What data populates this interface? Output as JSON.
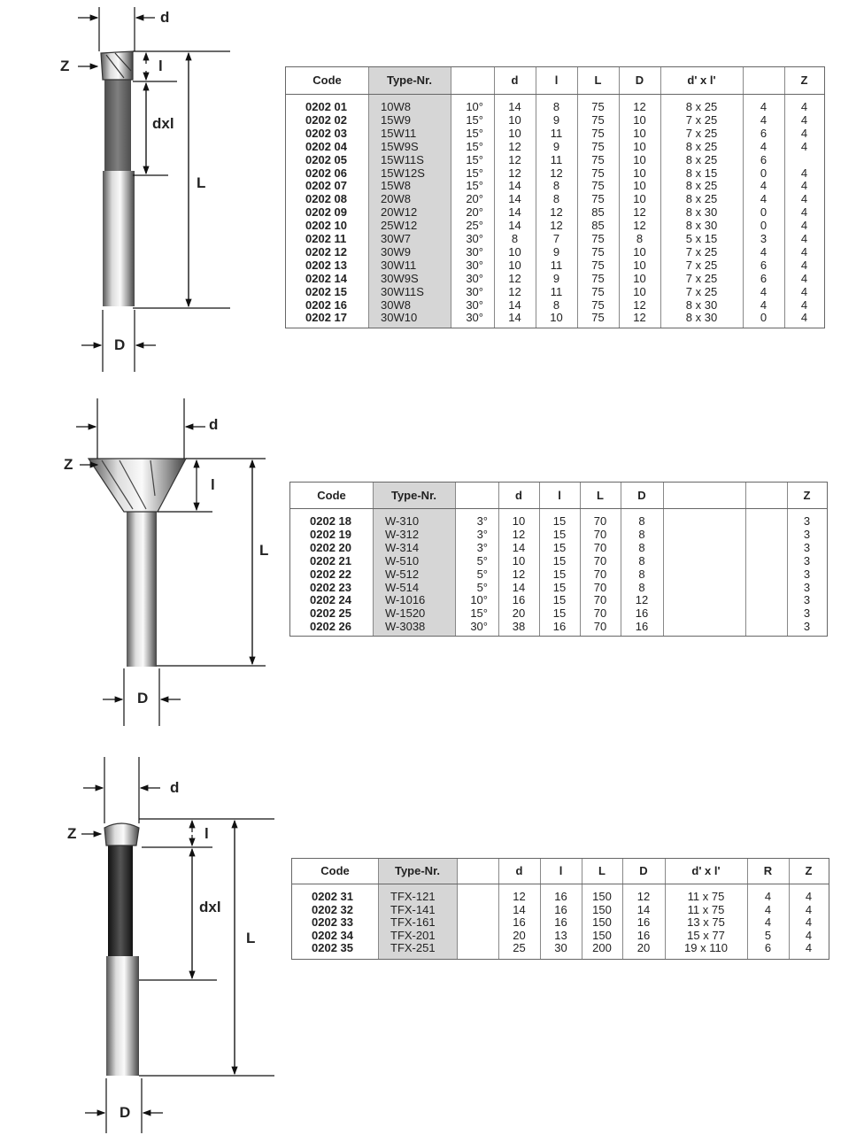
{
  "tables": [
    {
      "headers": [
        "Code",
        "Type-Nr.",
        "",
        "d",
        "l",
        "L",
        "D",
        "d' x l'",
        "",
        "Z"
      ],
      "rows": [
        [
          "0202 01",
          "10W8",
          "10°",
          "14",
          "8",
          "75",
          "12",
          "8 x 25",
          "4",
          "4"
        ],
        [
          "0202 02",
          "15W9",
          "15°",
          "10",
          "9",
          "75",
          "10",
          "7 x 25",
          "4",
          "4"
        ],
        [
          "0202 03",
          "15W11",
          "15°",
          "10",
          "11",
          "75",
          "10",
          "7 x 25",
          "6",
          "4"
        ],
        [
          "0202 04",
          "15W9S",
          "15°",
          "12",
          "9",
          "75",
          "10",
          "8 x 25",
          "4",
          "4"
        ],
        [
          "0202 05",
          "15W11S",
          "15°",
          "12",
          "11",
          "75",
          "10",
          "8 x 25",
          "6",
          ""
        ],
        [
          "0202 06",
          "15W12S",
          "15°",
          "12",
          "12",
          "75",
          "10",
          "8 x 15",
          "0",
          "4"
        ],
        [
          "0202 07",
          "15W8",
          "15°",
          "14",
          "8",
          "75",
          "10",
          "8 x 25",
          "4",
          "4"
        ],
        [
          "0202 08",
          "20W8",
          "20°",
          "14",
          "8",
          "75",
          "10",
          "8 x 25",
          "4",
          "4"
        ],
        [
          "0202 09",
          "20W12",
          "20°",
          "14",
          "12",
          "85",
          "12",
          "8 x 30",
          "0",
          "4"
        ],
        [
          "0202 10",
          "25W12",
          "25°",
          "14",
          "12",
          "85",
          "12",
          "8 x 30",
          "0",
          "4"
        ],
        [
          "0202 11",
          "30W7",
          "30°",
          "8",
          "7",
          "75",
          "8",
          "5 x 15",
          "3",
          "4"
        ],
        [
          "0202 12",
          "30W9",
          "30°",
          "10",
          "9",
          "75",
          "10",
          "7 x 25",
          "4",
          "4"
        ],
        [
          "0202 13",
          "30W11",
          "30°",
          "10",
          "11",
          "75",
          "10",
          "7 x 25",
          "6",
          "4"
        ],
        [
          "0202 14",
          "30W9S",
          "30°",
          "12",
          "9",
          "75",
          "10",
          "7 x 25",
          "6",
          "4"
        ],
        [
          "0202 15",
          "30W11S",
          "30°",
          "12",
          "11",
          "75",
          "10",
          "7 x 25",
          "4",
          "4"
        ],
        [
          "0202 16",
          "30W8",
          "30°",
          "14",
          "8",
          "75",
          "12",
          "8 x 30",
          "4",
          "4"
        ],
        [
          "0202 17",
          "30W10",
          "30°",
          "14",
          "10",
          "75",
          "12",
          "8 x 30",
          "0",
          "4"
        ]
      ]
    },
    {
      "headers": [
        "Code",
        "Type-Nr.",
        "",
        "d",
        "l",
        "L",
        "D",
        "",
        "",
        "Z"
      ],
      "rows": [
        [
          "0202 18",
          "W-310",
          "3°",
          "10",
          "15",
          "70",
          "8",
          "",
          "",
          "3"
        ],
        [
          "0202 19",
          "W-312",
          "3°",
          "12",
          "15",
          "70",
          "8",
          "",
          "",
          "3"
        ],
        [
          "0202 20",
          "W-314",
          "3°",
          "14",
          "15",
          "70",
          "8",
          "",
          "",
          "3"
        ],
        [
          "0202 21",
          "W-510",
          "5°",
          "10",
          "15",
          "70",
          "8",
          "",
          "",
          "3"
        ],
        [
          "0202 22",
          "W-512",
          "5°",
          "12",
          "15",
          "70",
          "8",
          "",
          "",
          "3"
        ],
        [
          "0202 23",
          "W-514",
          "5°",
          "14",
          "15",
          "70",
          "8",
          "",
          "",
          "3"
        ],
        [
          "0202 24",
          "W-1016",
          "10°",
          "16",
          "15",
          "70",
          "12",
          "",
          "",
          "3"
        ],
        [
          "0202 25",
          "W-1520",
          "15°",
          "20",
          "15",
          "70",
          "16",
          "",
          "",
          "3"
        ],
        [
          "0202 26",
          "W-3038",
          "30°",
          "38",
          "16",
          "70",
          "16",
          "",
          "",
          "3"
        ]
      ]
    },
    {
      "headers": [
        "Code",
        "Type-Nr.",
        "",
        "d",
        "l",
        "L",
        "D",
        "d' x l'",
        "R",
        "Z"
      ],
      "rows": [
        [
          "0202 31",
          "TFX-121",
          "",
          "12",
          "16",
          "150",
          "12",
          "11 x 75",
          "4",
          "4"
        ],
        [
          "0202 32",
          "TFX-141",
          "",
          "14",
          "16",
          "150",
          "14",
          "11 x 75",
          "4",
          "4"
        ],
        [
          "0202 33",
          "TFX-161",
          "",
          "16",
          "16",
          "150",
          "16",
          "13 x 75",
          "4",
          "4"
        ],
        [
          "0202 34",
          "TFX-201",
          "",
          "20",
          "13",
          "150",
          "16",
          "15 x 77",
          "5",
          "4"
        ],
        [
          "0202 35",
          "TFX-251",
          "",
          "25",
          "30",
          "200",
          "20",
          "19 x 110",
          "6",
          "4"
        ]
      ]
    }
  ],
  "drawings": [
    {
      "labels": {
        "d": "d",
        "z": "Z",
        "l": "l",
        "dxl": "dxl",
        "L": "L",
        "D": "D"
      }
    },
    {
      "labels": {
        "d": "d",
        "z": "Z",
        "l": "l",
        "L": "L",
        "D": "D"
      }
    },
    {
      "labels": {
        "d": "d",
        "z": "Z",
        "l": "l",
        "dxl": "dxl",
        "L": "L",
        "D": "D"
      }
    }
  ]
}
